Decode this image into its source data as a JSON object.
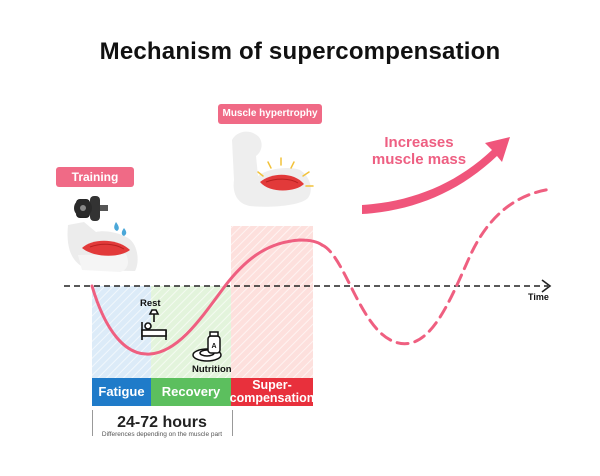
{
  "title": "Mechanism of supercompensation",
  "labels": {
    "training": "Training",
    "muscle_hypertrophy": "Muscle hypertrophy",
    "increases": "Increases muscle mass",
    "rest": "Rest",
    "nutrition": "Nutrition",
    "time_axis": "Time",
    "duration": "24-72 hours",
    "duration_note": "Differences depending on the muscle part"
  },
  "phases": [
    {
      "label": "Fatigue",
      "color": "#1f7bc9"
    },
    {
      "label": "Recovery",
      "color": "#5cbf5e"
    },
    {
      "label": "Super-compensation",
      "line1": "Super-",
      "line2": "compensation",
      "color": "#e8303c"
    }
  ],
  "colors": {
    "curve": "#ef5f80",
    "fatigue_zone": "#dcebf8",
    "recovery_zone": "#e3f4dc",
    "super_zone": "#fde0dd",
    "accent": "#f06a86"
  },
  "icons": [
    "dumbbell-icon",
    "arm-muscle-icon",
    "sweat-drop-icon",
    "flexed-arm-icon",
    "bed-icon",
    "nutrition-plate-icon",
    "bottle-icon",
    "trend-arrow-icon"
  ]
}
